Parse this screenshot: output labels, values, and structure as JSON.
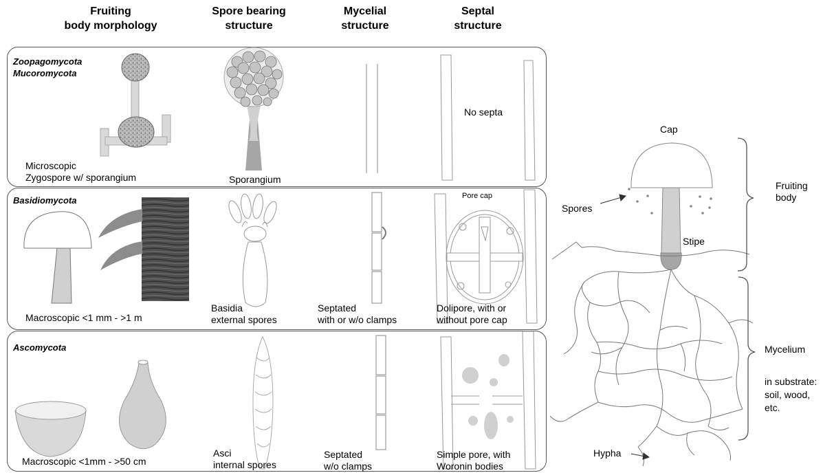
{
  "headers": [
    {
      "line1": "Fruiting",
      "line2": "body morphology"
    },
    {
      "line1": "Spore bearing",
      "line2": "structure"
    },
    {
      "line1": "Mycelial",
      "line2": "structure"
    },
    {
      "line1": "Septal",
      "line2": "structure"
    }
  ],
  "rows": [
    {
      "group_line1": "Zoopagomycota",
      "group_line2": "Mucoromycota",
      "morph_line1": "Microscopic",
      "morph_line2": "Zygospore w/ sporangium",
      "spore_line1": "Sporangium",
      "spore_line2": "",
      "mycel_line1": "",
      "mycel_line2": "",
      "septal_line1": "No septa",
      "septal_line2": ""
    },
    {
      "group_line1": "Basidiomycota",
      "group_line2": "",
      "morph_line1": "Macroscopic <1 mm - >1 m",
      "morph_line2": "",
      "spore_line1": "Basidia",
      "spore_line2": "external spores",
      "mycel_line1": "Septated",
      "mycel_line2": "with or w/o clamps",
      "septal_line1": "Dolipore, with or",
      "septal_line2": "without pore cap",
      "pore_cap": "Pore cap"
    },
    {
      "group_line1": "Ascomycota",
      "group_line2": "",
      "morph_line1": "Macroscopic <1mm - >50 cm",
      "morph_line2": "",
      "spore_line1": "Asci",
      "spore_line2": "internal spores",
      "mycel_line1": "Septated",
      "mycel_line2": "w/o clamps",
      "septal_line1": "Simple pore, with",
      "septal_line2": "Woronin bodies"
    }
  ],
  "mushroom": {
    "cap": "Cap",
    "spores": "Spores",
    "stipe": "Stipe",
    "fruiting_line1": "Fruiting",
    "fruiting_line2": "body",
    "mycelium": "Mycelium",
    "substrate_line1": "in substrate:",
    "substrate_line2": "soil, wood,",
    "substrate_line3": "etc.",
    "hypha": "Hypha"
  },
  "colors": {
    "border": "#555555",
    "fill_light": "#d9d9d9",
    "fill_mid": "#bfbfbf",
    "fill_dark": "#a6a6a6",
    "line": "#888888"
  }
}
